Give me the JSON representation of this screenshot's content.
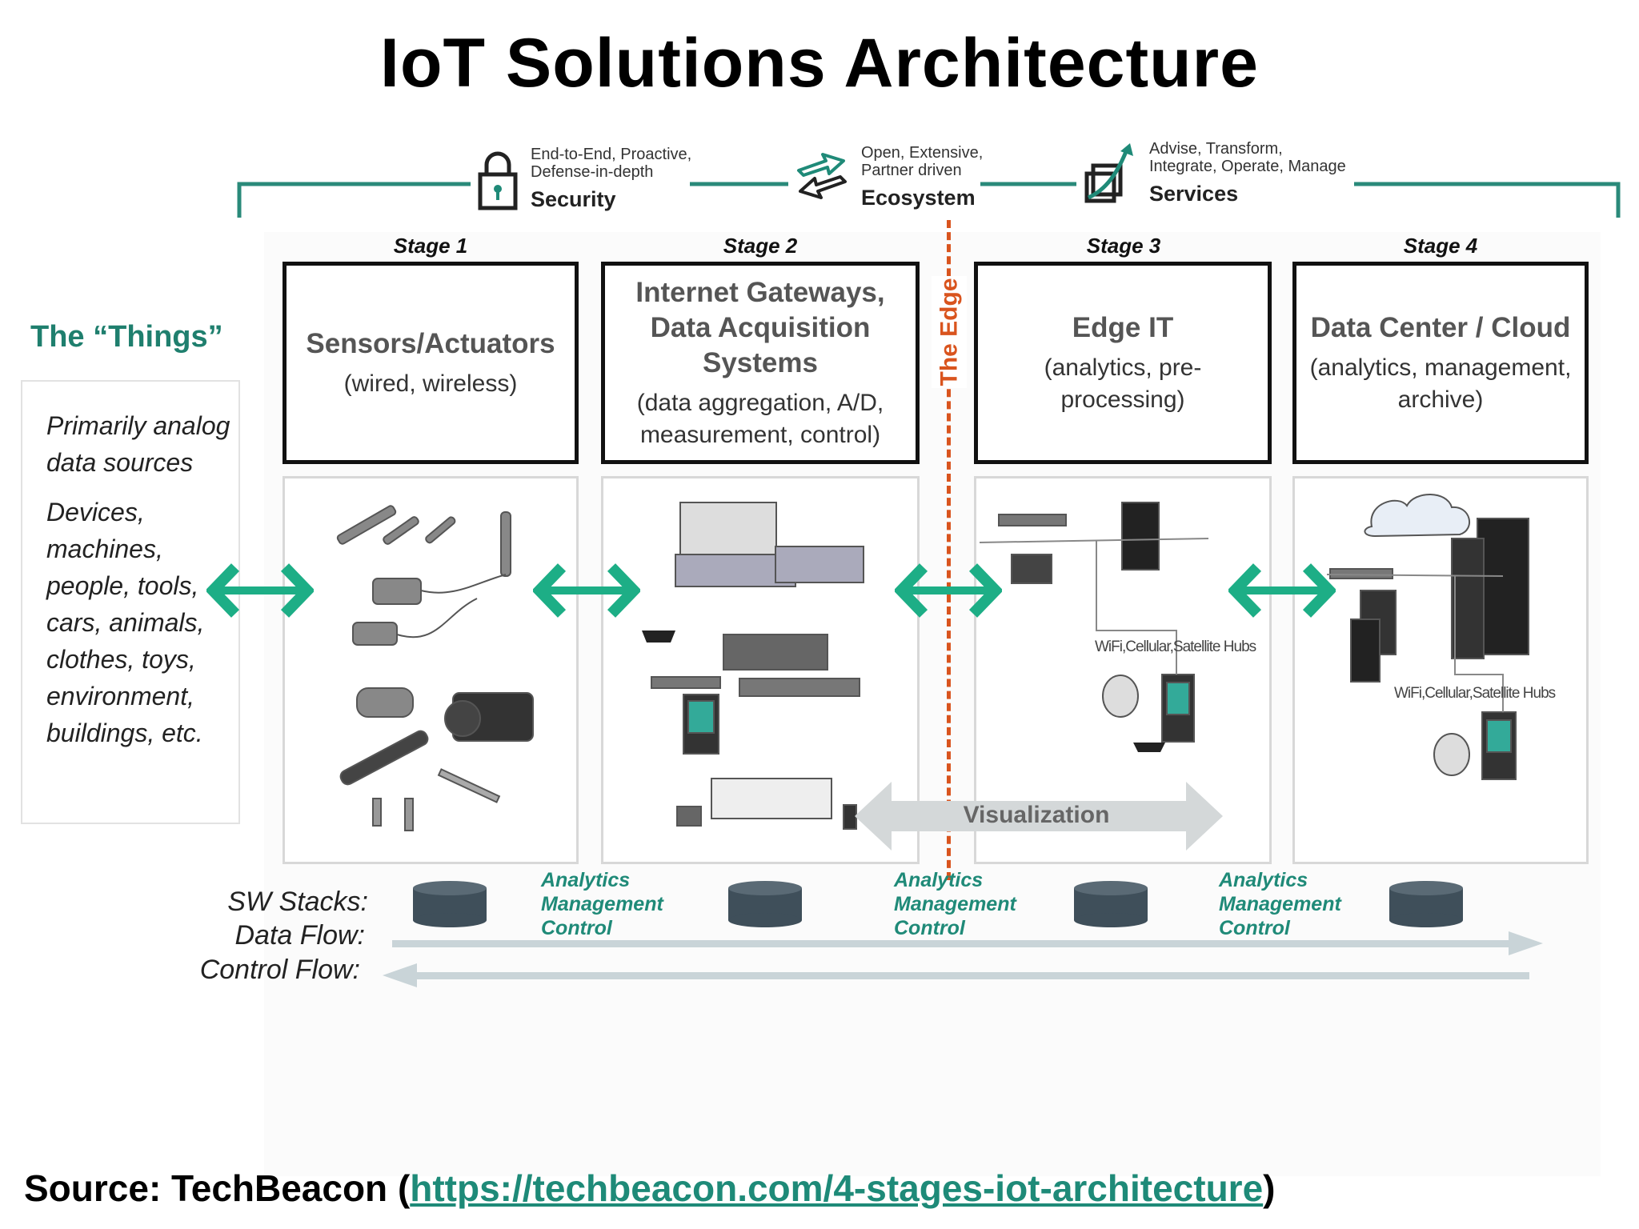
{
  "title": "IoT Solutions Architecture",
  "pillars": [
    {
      "lines": [
        "End-to-End, Proactive,",
        "Defense-in-depth"
      ],
      "label": "Security",
      "icon": "padlock-icon"
    },
    {
      "lines": [
        "Open, Extensive,",
        "Partner driven"
      ],
      "label": "Ecosystem",
      "icon": "handshake-arrows-icon"
    },
    {
      "lines": [
        "Advise, Transform,",
        "Integrate, Operate, Manage"
      ],
      "label": "Services",
      "icon": "growth-arrow-icon"
    }
  ],
  "things": {
    "title": "The “Things”",
    "text1": "Primarily analog data sources",
    "text2": "Devices, machines, people, tools, cars, animals, clothes, toys, environment, buildings, etc."
  },
  "stages": [
    {
      "label": "Stage 1",
      "title": "Sensors/Actuators",
      "subtitle": "(wired, wireless)"
    },
    {
      "label": "Stage 2",
      "title": "Internet Gateways, Data Acquisition Systems",
      "subtitle": "(data aggregation, A/D, measurement, control)"
    },
    {
      "label": "Stage 3",
      "title": "Edge IT",
      "subtitle": "(analytics, pre-processing)"
    },
    {
      "label": "Stage 4",
      "title": "Data Center / Cloud",
      "subtitle": "(analytics, management, archive)"
    }
  ],
  "edge_label": "The Edge",
  "visualization": "Visualization",
  "hub_caption": "WiFi,Cellular,Satellite Hubs",
  "amc": [
    "Analytics",
    "Management",
    "Control"
  ],
  "flow_labels": {
    "sw": "SW Stacks:",
    "data": "Data Flow:",
    "control": "Control Flow:"
  },
  "source": {
    "prefix": "Source: TechBeacon (",
    "link": "https://techbeacon.com/4-stages-iot-architecture",
    "suffix": ")"
  },
  "colors": {
    "accent": "#1f7f6e",
    "arrow": "#1dae86",
    "edge": "#d9541e",
    "flow": "#c9d4d8",
    "db": "#3f4f5a"
  }
}
